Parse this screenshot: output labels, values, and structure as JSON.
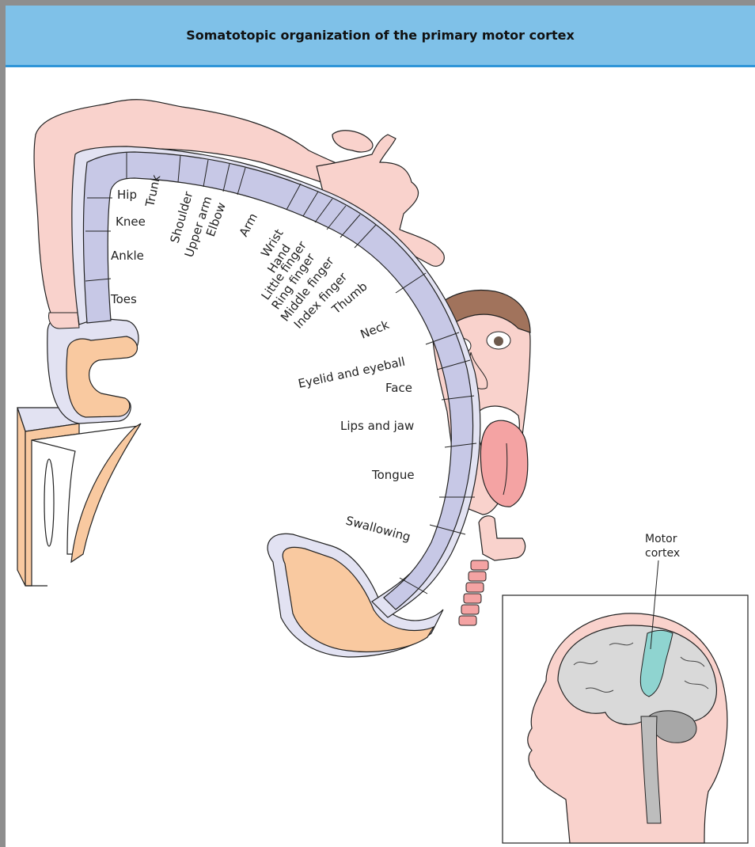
{
  "title": "Somatotopic organization of the primary motor cortex",
  "body_parts": {
    "hip": "Hip",
    "trunk": "Trunk",
    "knee": "Knee",
    "ankle": "Ankle",
    "toes": "Toes",
    "shoulder": "Shoulder",
    "upper_arm": "Upper arm",
    "elbow": "Elbow",
    "arm": "Arm",
    "wrist": "Wrist",
    "hand": "Hand",
    "little_finger": "Little finger",
    "ring_finger": "Ring finger",
    "middle_finger": "Middle finger",
    "index_finger": "Index finger",
    "thumb": "Thumb",
    "neck": "Neck",
    "eyelid_eyeball": "Eyelid and eyeball",
    "face": "Face",
    "lips_jaw": "Lips and jaw",
    "tongue": "Tongue",
    "swallowing": "Swallowing"
  },
  "inset": {
    "label_line1": "Motor",
    "label_line2": "cortex"
  },
  "colors": {
    "header_bg": "#7fc1e8",
    "header_border": "#2f95d8",
    "cortex_band": "#c7c8e6",
    "cortex_light": "#e2e2f2",
    "white_matter": "#f9c9a0",
    "skin": "#f9d2cc",
    "hair": "#a1735c",
    "tongue": "#f4a3a3",
    "motor_cortex": "#8fd4d0",
    "brain": "#d9d9d9"
  }
}
